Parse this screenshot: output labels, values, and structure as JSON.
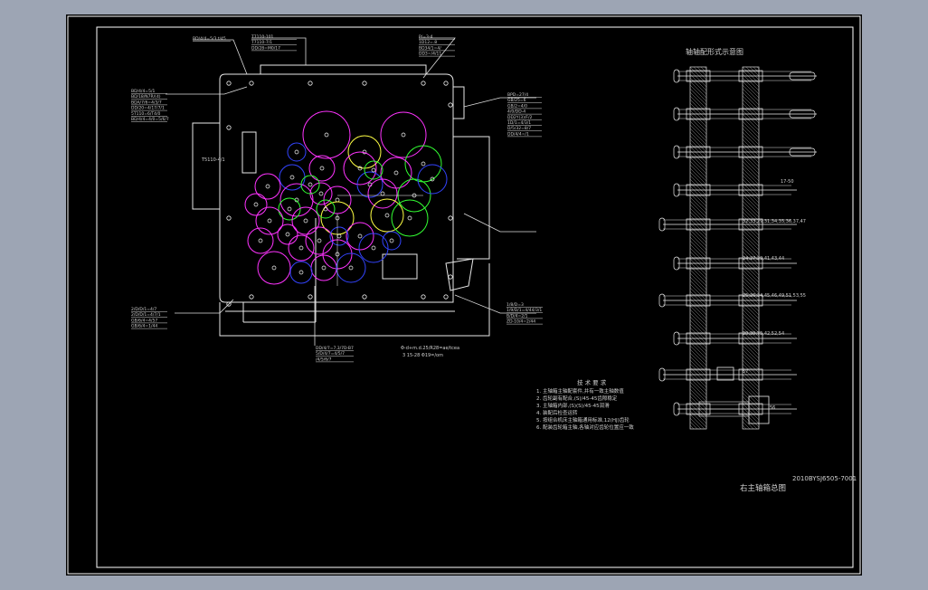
{
  "drawing": {
    "drawing_number": "2010BYSJ6505-7001",
    "drawing_title": "右主轴箱总图",
    "schematic_title": "轴轴配形式示意图",
    "tech_title": "技 术 要 求",
    "tech_lines": [
      "1. 主轴箱主轴配套件,并有一致主轴数值",
      "2. 齿轮副有配合,(S)/45-45齿隙稳定",
      "3. 主轴箱内部,(S)(S)/45-45润滑",
      "4. 装配后检查运转",
      "5. 按组合机床主轴箱通用标准,12(HJ)齿轮",
      "6. 配装齿轮箱主轴,各轴对应齿轮位置应一致"
    ],
    "axis_labels": [
      "17-50",
      "32,33,29,31,34,35,36,37,47",
      "24,27,29,41,43,44",
      "25,26,34,45,46,49,51,53,55",
      "20,30,75,42,52,54",
      "57",
      "56"
    ],
    "center_notes": [
      "Φ-d+m.d.25/R28=ae/tcea",
      "3 15-28 Φ19=/om"
    ],
    "callouts_topleft": [
      "BD/4/4=5/3,t/45"
    ],
    "callouts_top": [
      "T7110-101",
      "T7110-7/1",
      "DD/28=M0/17"
    ],
    "callouts_topright": [
      "P/=3-4",
      "1D12=.8",
      "BD34/1=4/",
      "DD3=/4/11"
    ],
    "callouts_left": [
      "BD/4/4=5/1",
      "BD/18/N7R/(4)",
      "BDA/7/6=4/3/7",
      "DD/20=4/17/7/1",
      "5T110=6/T4/0",
      "BD/4/4=4/0=5/6/7"
    ],
    "callouts_right": [
      "BPD=27/4",
      "GB/25=6",
      "GB/2=4/0",
      "4/0/DD-4",
      "DD2Y(3)/F/2",
      "1D/1=4/3/1",
      "D/5/32=8/7",
      "DD/4/4=/1"
    ],
    "callouts_lower_left": [
      "2/D/D/1=4/7",
      "2/D/D/1=4/7/1",
      "GB/6/4=4/57",
      "GB/6/4=1/44"
    ],
    "callouts_lower_right": [
      "1/8/D=3",
      "1/9/D/1=4/44/3/1",
      "B/D/4=2/1",
      "ZD-10/4=2/44"
    ],
    "callouts_bottom": [
      "DD/4/7=7,3/7D-B7",
      "5/D/4/7=4/5/7",
      "/4/5/6/7"
    ],
    "side_label": "T5110-4/1"
  },
  "colors": {
    "background": "#9da5b4",
    "sheet": "#000000",
    "frame": "#ffffff",
    "gear_magenta": "#ff33ff",
    "gear_green": "#33ff33",
    "gear_blue": "#3344ff",
    "gear_yellow": "#ffff44",
    "text": "#cfcfcf"
  }
}
